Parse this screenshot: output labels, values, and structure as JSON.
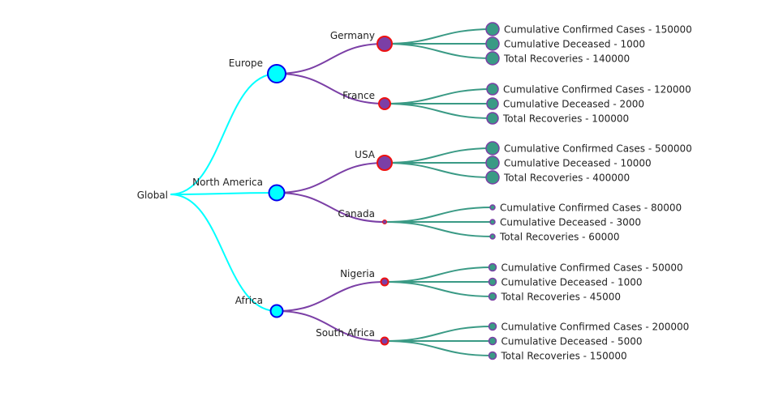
{
  "colors": {
    "root_link": "#00ffff",
    "country_link": "#7b3fa6",
    "leaf_link": "#3a9a85",
    "continent_fill": "#00ffff",
    "continent_stroke": "#0000ee",
    "country_fill": "#7b3fa6",
    "country_stroke": "#ee1111",
    "leaf_fill": "#3a9a85",
    "leaf_stroke": "#7b3fa6"
  },
  "tree": {
    "root": {
      "label": "Global"
    },
    "continents": [
      {
        "label": "Europe",
        "countries": [
          {
            "label": "Germany",
            "size": "large",
            "leaves": [
              "Cumulative Confirmed Cases - 150000",
              "Cumulative Deceased - 1000",
              "Total Recoveries - 140000"
            ]
          },
          {
            "label": "France",
            "size": "medium",
            "leaves": [
              "Cumulative Confirmed Cases - 120000",
              "Cumulative Deceased - 2000",
              "Total Recoveries - 100000"
            ]
          }
        ]
      },
      {
        "label": "North America",
        "countries": [
          {
            "label": "USA",
            "size": "large",
            "leaves": [
              "Cumulative Confirmed Cases - 500000",
              "Cumulative Deceased - 10000",
              "Total Recoveries - 400000"
            ]
          },
          {
            "label": "Canada",
            "size": "tiny",
            "leaves": [
              "Cumulative Confirmed Cases - 80000",
              "Cumulative Deceased - 3000",
              "Total Recoveries - 60000"
            ]
          }
        ]
      },
      {
        "label": "Africa",
        "countries": [
          {
            "label": "Nigeria",
            "size": "small",
            "leaves": [
              "Cumulative Confirmed Cases - 50000",
              "Cumulative Deceased - 1000",
              "Total Recoveries - 45000"
            ]
          },
          {
            "label": "South Africa",
            "size": "small",
            "leaves": [
              "Cumulative Confirmed Cases - 200000",
              "Cumulative Deceased - 5000",
              "Total Recoveries - 150000"
            ]
          }
        ]
      }
    ]
  }
}
